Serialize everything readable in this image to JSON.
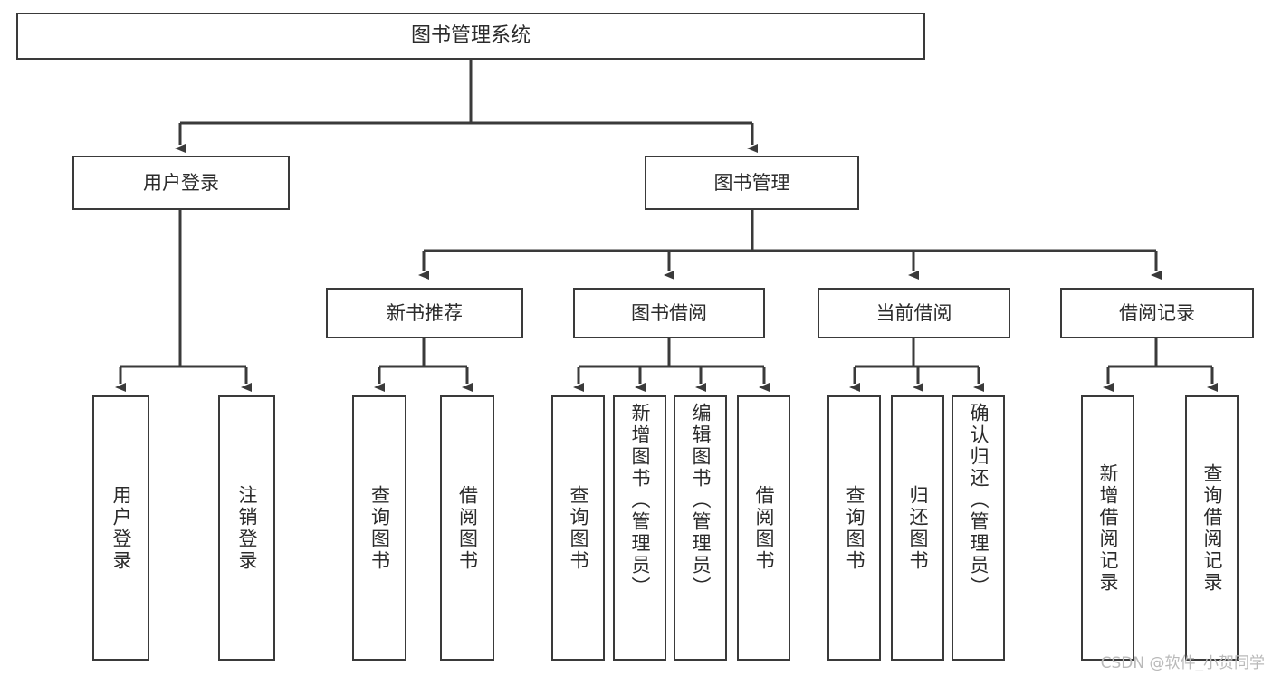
{
  "diagram": {
    "type": "tree",
    "title": "图书管理系统",
    "orientation": "top-down",
    "colors": {
      "background": "#ffffff",
      "box_border": "#3a3a3a",
      "box_fill": "#ffffff",
      "connector": "#3a3a3a",
      "text": "#2b2b2b",
      "watermark": "#b9b9b9"
    },
    "root": {
      "label": "图书管理系统"
    },
    "level2": [
      {
        "label": "用户登录"
      },
      {
        "label": "图书管理"
      }
    ],
    "level3": [
      {
        "label": "新书推荐"
      },
      {
        "label": "图书借阅"
      },
      {
        "label": "当前借阅"
      },
      {
        "label": "借阅记录"
      }
    ],
    "leaves": {
      "user_login": [
        {
          "label": "用户登录"
        },
        {
          "label": "注销登录"
        }
      ],
      "new_book_recommend": [
        {
          "label": "查询图书"
        },
        {
          "label": "借阅图书"
        }
      ],
      "book_borrow": [
        {
          "label": "查询图书"
        },
        {
          "label": "新增图书（管理员）"
        },
        {
          "label": "编辑图书（管理员）"
        },
        {
          "label": "借阅图书"
        }
      ],
      "current_borrow": [
        {
          "label": "查询图书"
        },
        {
          "label": "归还图书"
        },
        {
          "label": "确认归还（管理员）"
        }
      ],
      "borrow_record": [
        {
          "label": "新增借阅记录"
        },
        {
          "label": "查询借阅记录"
        }
      ]
    }
  },
  "watermark": {
    "text": "CSDN @软件_小贺同学"
  }
}
